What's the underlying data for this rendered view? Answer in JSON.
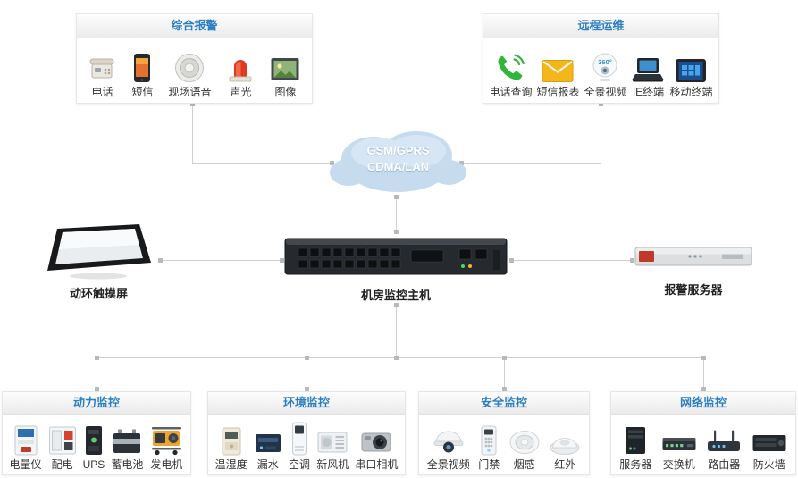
{
  "cloud": {
    "line1": "GSM/GPRS",
    "line2": "CDMA/LAN"
  },
  "top_boxes": {
    "alarm": {
      "title": "综合报警",
      "items": [
        {
          "label": "电话",
          "icon": "telephone-icon"
        },
        {
          "label": "短信",
          "icon": "sms-phone-icon"
        },
        {
          "label": "现场语音",
          "icon": "ceiling-speaker-icon"
        },
        {
          "label": "声光",
          "icon": "siren-icon"
        },
        {
          "label": "图像",
          "icon": "image-icon"
        }
      ]
    },
    "remote": {
      "title": "远程运维",
      "items": [
        {
          "label": "电话查询",
          "icon": "phone-query-icon"
        },
        {
          "label": "短信报表",
          "icon": "mail-icon"
        },
        {
          "label": "全景视频",
          "icon": "panorama-camera-icon"
        },
        {
          "label": "IE终端",
          "icon": "laptop-icon"
        },
        {
          "label": "移动终端",
          "icon": "tablet-icon"
        }
      ]
    }
  },
  "devices": {
    "touchscreen": {
      "label": "动环触摸屏"
    },
    "host": {
      "label": "机房监控主机"
    },
    "alarm_server": {
      "label": "报警服务器"
    }
  },
  "bottom_boxes": {
    "power": {
      "title": "动力监控",
      "items": [
        {
          "label": "电量仪",
          "icon": "power-meter-icon"
        },
        {
          "label": "配电",
          "icon": "distribution-box-icon"
        },
        {
          "label": "UPS",
          "icon": "ups-icon"
        },
        {
          "label": "蓄电池",
          "icon": "battery-icon"
        },
        {
          "label": "发电机",
          "icon": "generator-icon"
        }
      ]
    },
    "environment": {
      "title": "环境监控",
      "items": [
        {
          "label": "温湿度",
          "icon": "temp-humidity-icon"
        },
        {
          "label": "漏水",
          "icon": "water-leak-icon"
        },
        {
          "label": "空调",
          "icon": "air-conditioner-icon"
        },
        {
          "label": "新风机",
          "icon": "fresh-air-icon"
        },
        {
          "label": "串口相机",
          "icon": "serial-camera-icon"
        }
      ]
    },
    "security": {
      "title": "安全监控",
      "items": [
        {
          "label": "全景视频",
          "icon": "dome-camera-icon"
        },
        {
          "label": "门禁",
          "icon": "access-keypad-icon"
        },
        {
          "label": "烟感",
          "icon": "smoke-detector-icon"
        },
        {
          "label": "红外",
          "icon": "infrared-sensor-icon"
        }
      ]
    },
    "network": {
      "title": "网络监控",
      "items": [
        {
          "label": "服务器",
          "icon": "server-icon"
        },
        {
          "label": "交换机",
          "icon": "switch-icon"
        },
        {
          "label": "路由器",
          "icon": "router-icon"
        },
        {
          "label": "防火墙",
          "icon": "firewall-icon"
        }
      ]
    }
  },
  "colors": {
    "title_blue": "#2a7ec2",
    "line_gray": "#cfcfcf",
    "cloud_fill": "#c7dbee",
    "cloud_text": "#ffffff"
  }
}
